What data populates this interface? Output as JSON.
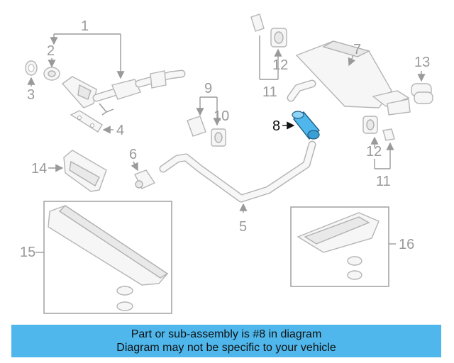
{
  "callouts": {
    "c1": "1",
    "c2": "2",
    "c3": "3",
    "c4": "4",
    "c5": "5",
    "c6": "6",
    "c7": "7",
    "c8": "8",
    "c9": "9",
    "c10": "10",
    "c11_left": "11",
    "c11_right": "11",
    "c12_top": "12",
    "c12_bottom": "12",
    "c13": "13",
    "c14": "14",
    "c15": "15",
    "c16": "16"
  },
  "highlighted_part": "8",
  "colors": {
    "highlight": "#4fb7ec",
    "banner_bg": "#4fb7ec",
    "callout_gray": "#9a9a9a"
  },
  "banner": {
    "line1": "Part or sub-assembly is #8 in diagram",
    "line2": "Diagram may not be specific to your vehicle"
  }
}
